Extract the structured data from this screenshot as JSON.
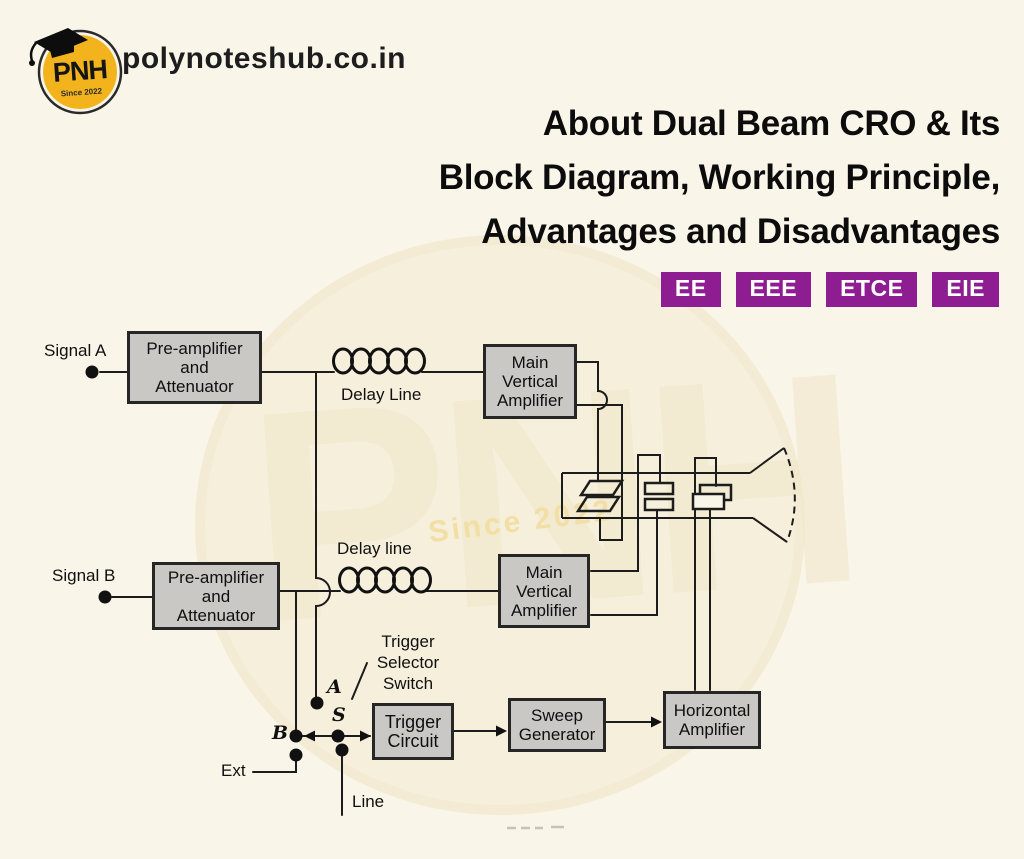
{
  "header": {
    "site": "polynoteshub.co.in",
    "logo": {
      "text": "PNH",
      "since": "Since 2022"
    }
  },
  "title": {
    "line1": "About Dual Beam CRO & Its",
    "line2": "Block Diagram, Working Principle,",
    "line3": "Advantages and Disadvantages"
  },
  "badges": [
    "EE",
    "EEE",
    "ETCE",
    "EIE"
  ],
  "watermark": {
    "letters": "PNH",
    "since": "Since 2022"
  },
  "colors": {
    "background": "#faf5e9",
    "badge_purple": "#8e1d92",
    "logo_yellow": "#f2b31d",
    "block_gray": "#c9c8c4",
    "line_ink": "#1c1c1c"
  },
  "diagram": {
    "labels": {
      "signal_a": "Signal A",
      "signal_b": "Signal B",
      "delay_line_a": "Delay Line",
      "delay_line_b": "Delay line",
      "trigger_selector": "Trigger\nSelector\nSwitch",
      "switch_a": "A",
      "switch_s": "S",
      "switch_b": "B",
      "ext": "Ext",
      "line": "Line"
    },
    "blocks": {
      "preamp_a": "Pre-amplifier\nand\nAttenuator",
      "preamp_b": "Pre-amplifier\nand\nAttenuator",
      "mva_a": "Main\nVertical\nAmplifier",
      "mva_b": "Main\nVertical\nAmplifier",
      "trigger_circuit": "Trigger\nCircuit",
      "sweep_generator": "Sweep\nGenerator",
      "horizontal_amplifier": "Horizontal\nAmplifier"
    }
  }
}
